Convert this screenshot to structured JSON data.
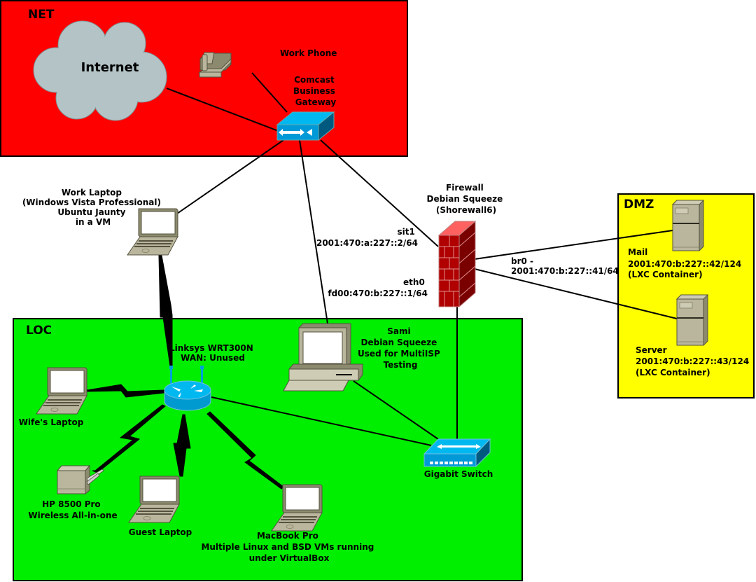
{
  "diagram": {
    "zones": {
      "net": {
        "label": "NET",
        "color": "#ff0000"
      },
      "loc": {
        "label": "LOC",
        "color": "#00ee00"
      },
      "dmz": {
        "label": "DMZ",
        "color": "#ffff00"
      }
    },
    "nodes": {
      "internet": {
        "label": "Internet",
        "icon": "cloud-icon"
      },
      "work_phone": {
        "label": "Work Phone",
        "icon": "phone-icon"
      },
      "gateway": {
        "lines": [
          "Comcast",
          "Business",
          "Gateway"
        ],
        "icon": "gateway-switch-icon"
      },
      "work_laptop": {
        "lines": [
          "Work Laptop",
          "(Windows Vista Professional)",
          "Ubuntu Jaunty",
          "in a VM"
        ],
        "icon": "laptop-icon"
      },
      "firewall": {
        "lines": [
          "Firewall",
          "Debian Squeeze",
          "(Shorewall6)"
        ],
        "icon": "firewall-icon"
      },
      "firewall_sit1": {
        "lines": [
          "sit1",
          "2001:470:a:227::2/64"
        ]
      },
      "firewall_eth0": {
        "lines": [
          "eth0",
          "fd00:470:b:227::1/64"
        ]
      },
      "firewall_br0": {
        "lines": [
          "br0 -",
          "2001:470:b:227::41/64"
        ]
      },
      "mail": {
        "lines": [
          "Mail",
          "2001:470:b:227::42/124",
          "(LXC Container)"
        ],
        "icon": "server-tower-icon"
      },
      "server": {
        "lines": [
          "Server",
          "2001:470:b:227::43/124",
          "(LXC Container)"
        ],
        "icon": "server-tower-icon"
      },
      "router": {
        "lines": [
          "Linksys WRT300N",
          "WAN: Unused"
        ],
        "icon": "wireless-router-icon"
      },
      "sami": {
        "lines": [
          "Sami",
          "Debian Squeeze",
          "Used for MultiISP",
          "Testing"
        ],
        "icon": "desktop-pc-icon"
      },
      "switch": {
        "label": "Gigabit Switch",
        "icon": "switch-icon"
      },
      "wife_laptop": {
        "label": "Wife's Laptop",
        "icon": "laptop-icon"
      },
      "printer": {
        "lines": [
          "HP 8500 Pro",
          "Wireless All-in-one"
        ],
        "icon": "printer-icon"
      },
      "guest_laptop": {
        "label": "Guest Laptop",
        "icon": "laptop-icon"
      },
      "macbook": {
        "lines": [
          "MacBook Pro",
          "Multiple Linux and BSD VMs running",
          "under VirtualBox"
        ],
        "icon": "laptop-icon"
      }
    },
    "links": [
      {
        "from": "internet",
        "to": "gateway",
        "type": "wired"
      },
      {
        "from": "work_phone",
        "to": "gateway",
        "type": "wired"
      },
      {
        "from": "gateway",
        "to": "work_laptop",
        "type": "wired"
      },
      {
        "from": "gateway",
        "to": "sami",
        "type": "wired"
      },
      {
        "from": "gateway",
        "to": "firewall",
        "type": "wired"
      },
      {
        "from": "firewall",
        "to": "mail",
        "type": "wired"
      },
      {
        "from": "firewall",
        "to": "server",
        "type": "wired"
      },
      {
        "from": "firewall",
        "to": "switch",
        "type": "wired"
      },
      {
        "from": "work_laptop",
        "to": "router",
        "type": "wireless"
      },
      {
        "from": "wife_laptop",
        "to": "router",
        "type": "wireless"
      },
      {
        "from": "printer",
        "to": "router",
        "type": "wireless"
      },
      {
        "from": "guest_laptop",
        "to": "router",
        "type": "wireless"
      },
      {
        "from": "macbook",
        "to": "router",
        "type": "wireless"
      },
      {
        "from": "router",
        "to": "switch",
        "type": "wired"
      },
      {
        "from": "sami",
        "to": "switch",
        "type": "wired"
      }
    ]
  }
}
